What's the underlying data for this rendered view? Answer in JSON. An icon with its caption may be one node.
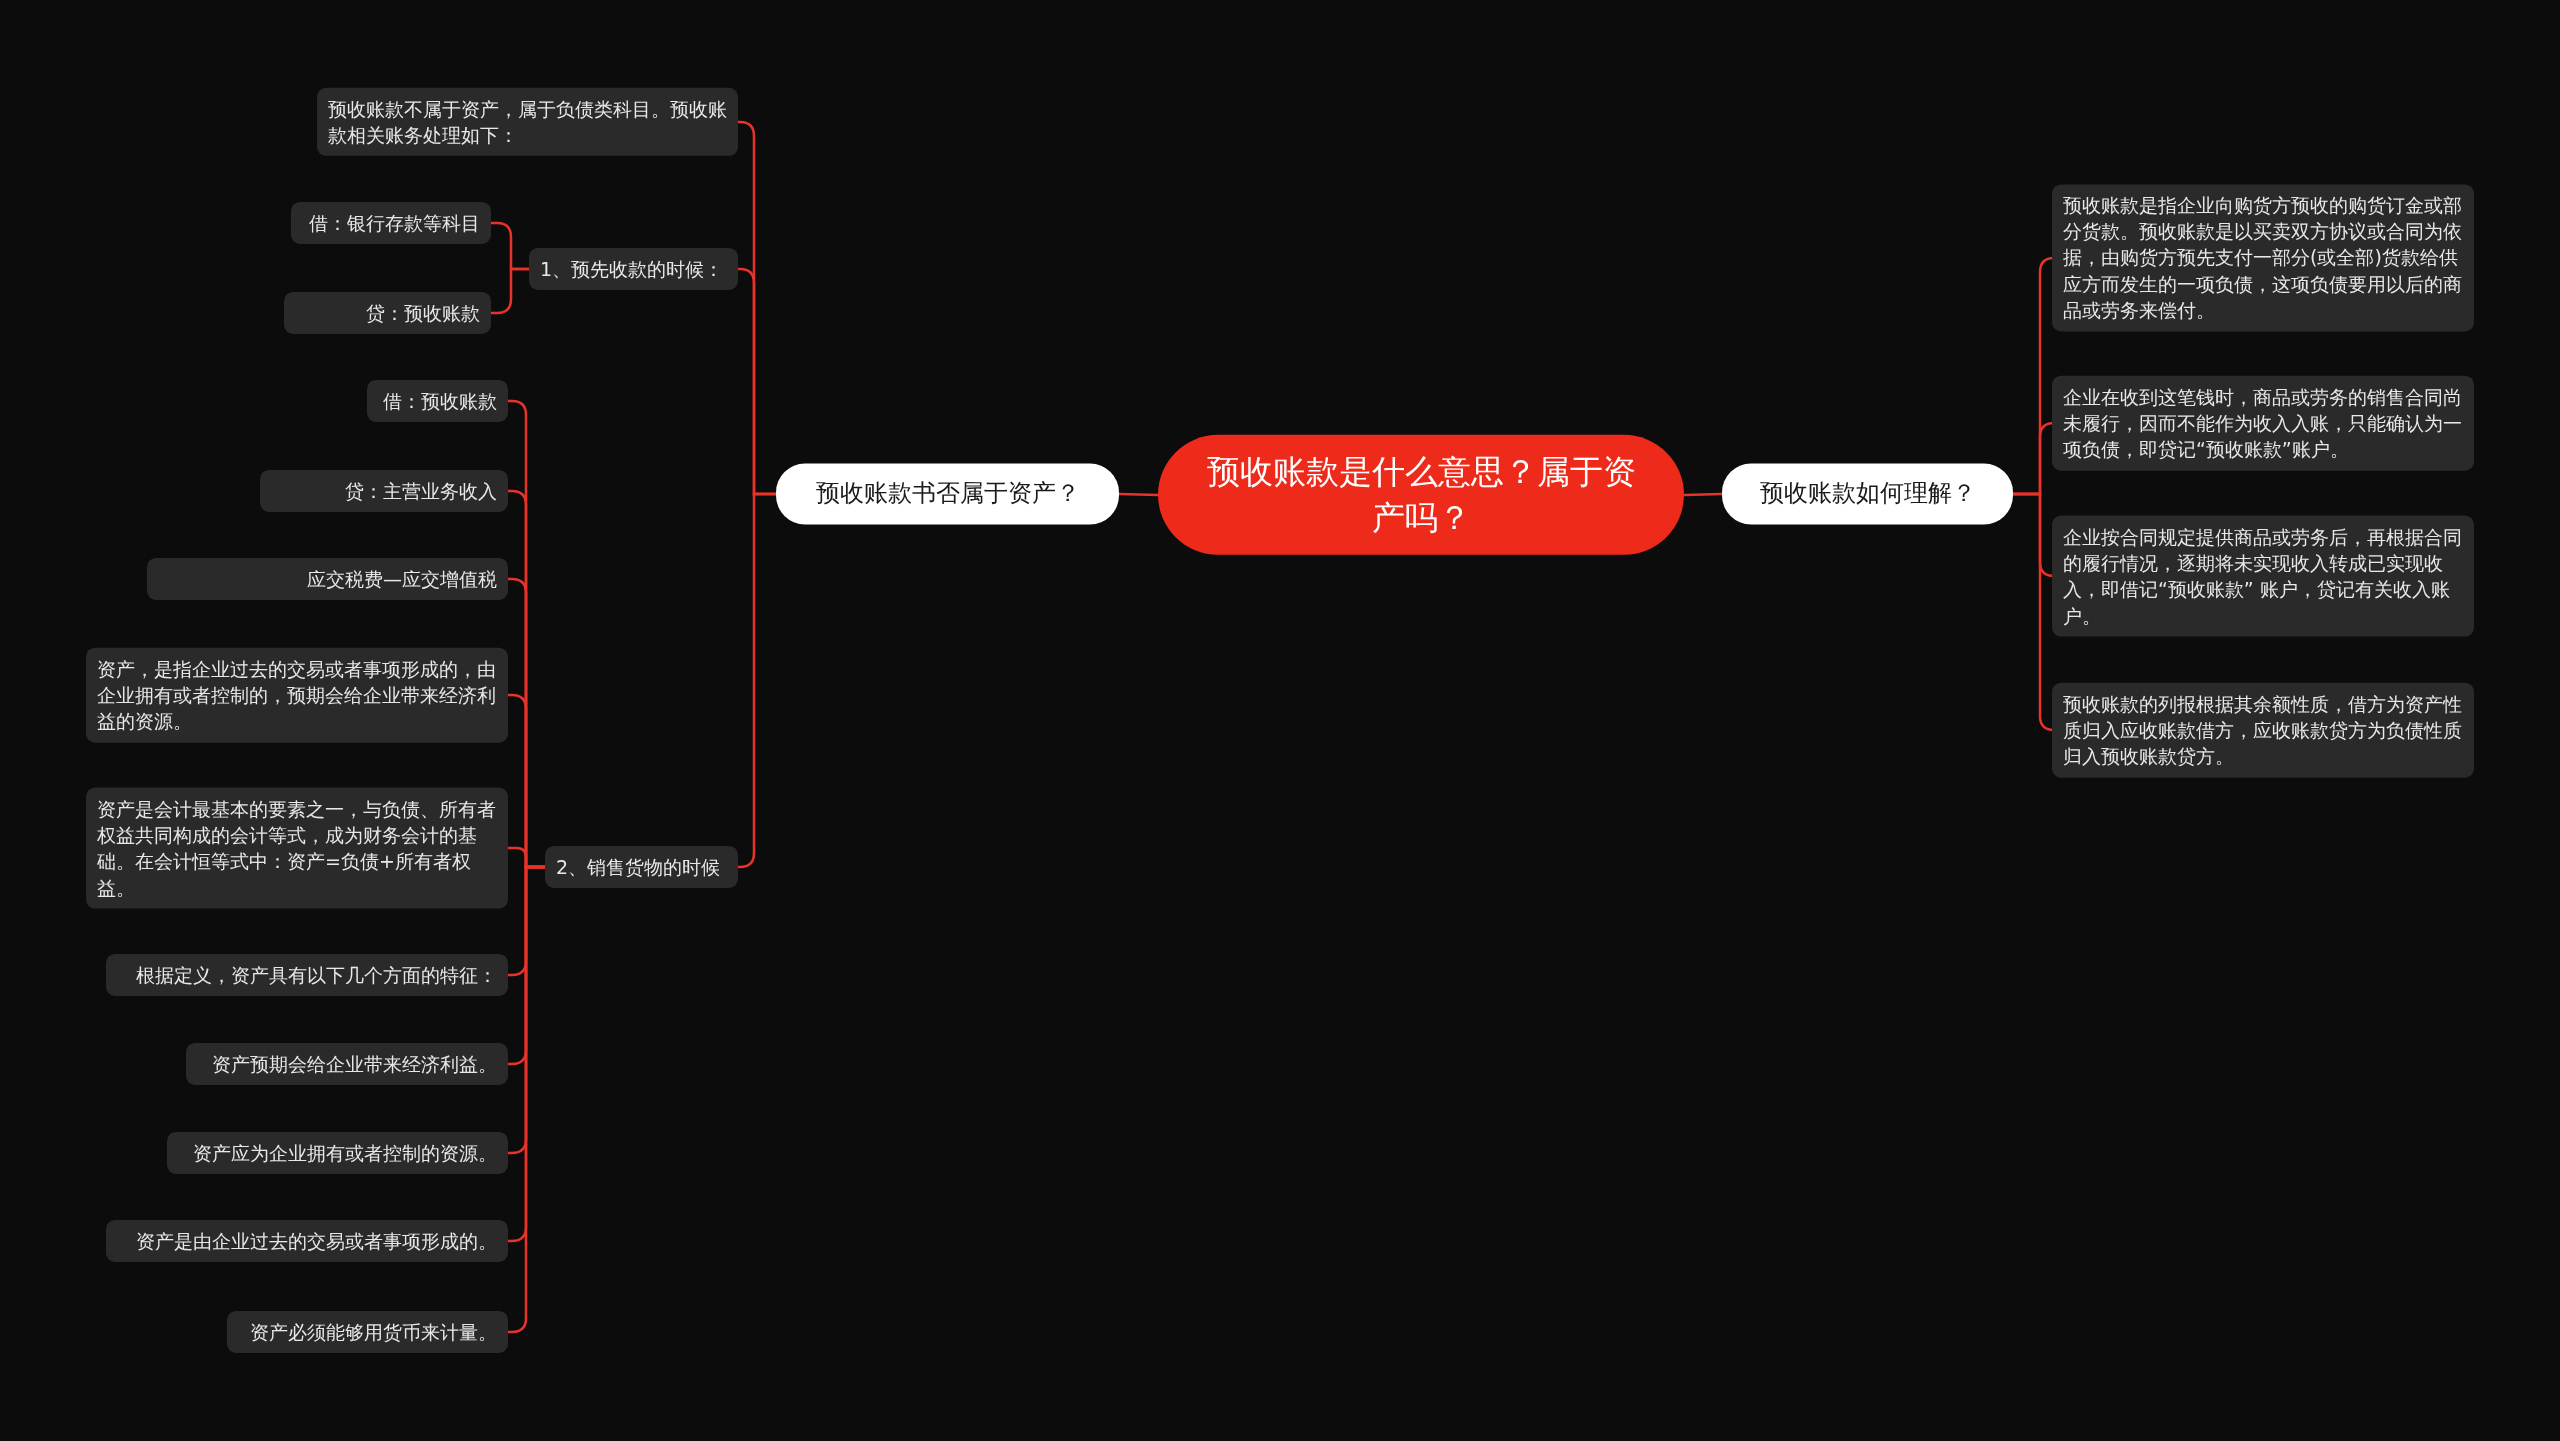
{
  "diagram": {
    "nodes": [
      {
        "text": [
          "预收账款是什么意思？属于资产吗？"
        ]
      },
      {
        "text": [
          "预收账款书否属于资产？"
        ]
      },
      {
        "text": [
          "预收账款如何理解？"
        ]
      },
      {
        "text": [
          "预收账款不属于资产，属于负债类科目。预收账款相关账务处理如下："
        ]
      },
      {
        "text": [
          "1、预先收款的时候："
        ]
      },
      {
        "text": [
          "借：银行存款等科目"
        ]
      },
      {
        "text": [
          "贷：预收账款"
        ]
      },
      {
        "text": [
          "2、销售货物的时候"
        ]
      },
      {
        "text": [
          "借：预收账款"
        ]
      },
      {
        "text": [
          "贷：主营业务收入"
        ]
      },
      {
        "text": [
          "应交税费—应交增值税"
        ]
      },
      {
        "text": [
          "资产，是指企业过去的交易或者事项形成的，由企业拥有或者控制的，预期会给企业带来经济利益的资源。"
        ]
      },
      {
        "text": [
          "资产是会计最基本的要素之一，与负债、所有者权益共同构成的会计等式，成为财务会计的基础。在会计恒等式中：资产=负债+所有者权益。"
        ]
      },
      {
        "text": [
          "根据定义，资产具有以下几个方面的特征："
        ]
      },
      {
        "text": [
          "资产预期会给企业带来经济利益。"
        ]
      },
      {
        "text": [
          "资产应为企业拥有或者控制的资源。"
        ]
      },
      {
        "text": [
          "资产是由企业过去的交易或者事项形成的。"
        ]
      },
      {
        "text": [
          "资产必须能够用货币来计量。"
        ]
      },
      {
        "text": [
          "预收账款是指企业向购货方预收的购货订金或部分货款。预收账款是以买卖双方协议或合同为依据，由购货方预先支付一部分(或全部)货款给供应方而发生的一项负债，这项负债要用以后的商品或劳务来偿付。"
        ]
      },
      {
        "text": [
          "企业在收到这笔钱时，商品或劳务的销售合同尚未履行，因而不能作为收入入账，只能确认为一项负债，即贷记“预收账款”账户。"
        ]
      },
      {
        "text": [
          "企业按合同规定提供商品或劳务后，再根据合同的履行情况，逐期将未实现收入转成已实现收入，即借记“预收账款” 账户，贷记有关收入账户。"
        ]
      },
      {
        "text": [
          "预收账款的列报根据其余额性质，借方为资产性质归入应收账款借方，应收账款贷方为负债性质归入预收账款贷方。"
        ]
      }
    ],
    "edges": [
      {
        "from": 0,
        "to": 1,
        "arrow": "none"
      },
      {
        "from": 0,
        "to": 2,
        "arrow": "none"
      },
      {
        "from": 1,
        "to": 3,
        "arrow": "none"
      },
      {
        "from": 1,
        "to": 4,
        "arrow": "none"
      },
      {
        "from": 1,
        "to": 7,
        "arrow": "none"
      },
      {
        "from": 4,
        "to": 5,
        "arrow": "none"
      },
      {
        "from": 4,
        "to": 6,
        "arrow": "none"
      },
      {
        "from": 7,
        "to": 8,
        "arrow": "none"
      },
      {
        "from": 7,
        "to": 9,
        "arrow": "none"
      },
      {
        "from": 7,
        "to": 10,
        "arrow": "none"
      },
      {
        "from": 7,
        "to": 11,
        "arrow": "none"
      },
      {
        "from": 7,
        "to": 12,
        "arrow": "none"
      },
      {
        "from": 7,
        "to": 13,
        "arrow": "none"
      },
      {
        "from": 7,
        "to": 14,
        "arrow": "none"
      },
      {
        "from": 7,
        "to": 15,
        "arrow": "none"
      },
      {
        "from": 7,
        "to": 16,
        "arrow": "none"
      },
      {
        "from": 7,
        "to": 17,
        "arrow": "none"
      },
      {
        "from": 2,
        "to": 18,
        "arrow": "none"
      },
      {
        "from": 2,
        "to": 19,
        "arrow": "none"
      },
      {
        "from": 2,
        "to": 20,
        "arrow": "none"
      },
      {
        "from": 2,
        "to": 21,
        "arrow": "none"
      }
    ]
  }
}
